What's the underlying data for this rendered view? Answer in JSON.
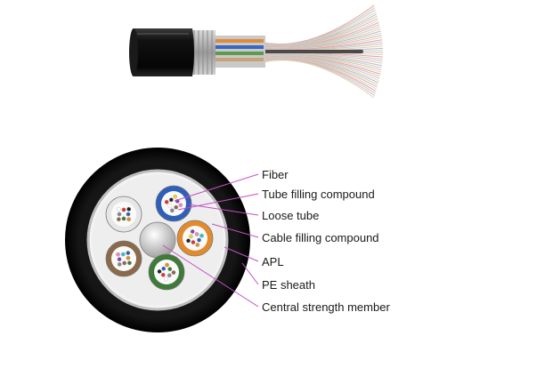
{
  "labels": [
    {
      "key": "fiber",
      "text": "Fiber"
    },
    {
      "key": "tube-filling-compound",
      "text": "Tube filling compound"
    },
    {
      "key": "loose-tube",
      "text": "Loose tube"
    },
    {
      "key": "cable-filling-compound",
      "text": "Cable filling compound"
    },
    {
      "key": "apl",
      "text": "APL"
    },
    {
      "key": "pe-sheath",
      "text": "PE  sheath"
    },
    {
      "key": "central-strength-member",
      "text": "Central strength member"
    }
  ],
  "colors": {
    "leader_line": "#c24fc4",
    "sheath": "#111111",
    "tube_blue": "#2f5fb8",
    "tube_orange": "#e38b2c",
    "tube_green": "#3f7a3a",
    "tube_brown": "#8a6a4a",
    "tube_white": "#e6e6e6"
  }
}
